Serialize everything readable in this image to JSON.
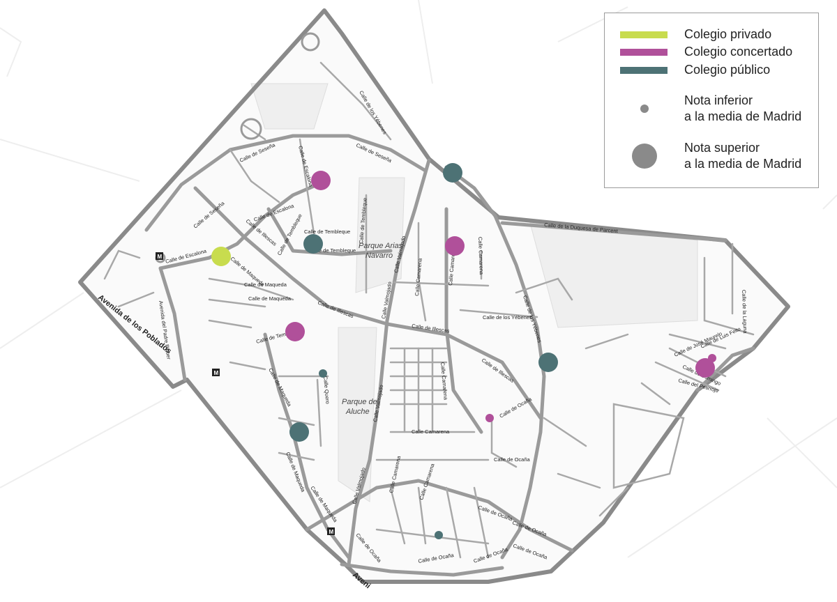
{
  "legend": {
    "items": [
      {
        "label": "Colegio privado",
        "color": "#c8dc4e"
      },
      {
        "label": "Colegio concertado",
        "color": "#b0509a"
      },
      {
        "label": "Colegio público",
        "color": "#4d7275"
      }
    ],
    "size_items": [
      {
        "line1": "Nota inferior",
        "line2": "a la media de Madrid"
      },
      {
        "line1": "Nota superior",
        "line2": "a la media de Madrid"
      }
    ]
  },
  "colors": {
    "privado": "#c8dc4e",
    "concertado": "#b0509a",
    "publico": "#4d7275",
    "street": "#9a9a9a",
    "district_boundary": "#888888",
    "park": "#f0f0f0"
  },
  "areas": {
    "parque_arias_line1": "Parque Arias",
    "parque_arias_line2": "Navarro",
    "parque_aluche_line1": "Parque de",
    "parque_aluche_line2": "Aluche"
  },
  "metro_label": "M",
  "avenue_labels": {
    "poblados": "Avenida de los Poblados",
    "poblados_bottom": "Aveni"
  },
  "streets": {
    "sesena": "Calle de Seseña",
    "escalona": "Calle de Escalona",
    "maqueda": "Calle de Maqueda",
    "illescas": "Calle de Illescas",
    "tembleque": "Calle de Tembleque",
    "valmojado": "Calle Valmojado",
    "camarena": "Calle Camarena",
    "yebenes": "Calle de los Yébenes",
    "ocana": "Calle de Ocaña",
    "duquesa": "Calle de la Duquesa de Parcent",
    "laguna": "Calle de la Laguna",
    "padre_piquer": "Avenida del Padre Piquer",
    "jose_maurelo": "Calle de José Maurelo",
    "luis_feito": "Calle de Luis Feito",
    "domingo": "Calle de Domingo",
    "petirrojo": "Calle del Petirrojo",
    "quero": "Calle Quero"
  },
  "schools": [
    {
      "type": "privado",
      "above_average": true
    },
    {
      "type": "concertado",
      "above_average": true
    },
    {
      "type": "concertado",
      "above_average": true
    },
    {
      "type": "concertado",
      "above_average": true
    },
    {
      "type": "concertado",
      "above_average": true
    },
    {
      "type": "concertado",
      "above_average": false
    },
    {
      "type": "concertado",
      "above_average": false
    },
    {
      "type": "publico",
      "above_average": true
    },
    {
      "type": "publico",
      "above_average": true
    },
    {
      "type": "publico",
      "above_average": true
    },
    {
      "type": "publico",
      "above_average": true
    },
    {
      "type": "publico",
      "above_average": false
    },
    {
      "type": "publico",
      "above_average": false
    }
  ]
}
